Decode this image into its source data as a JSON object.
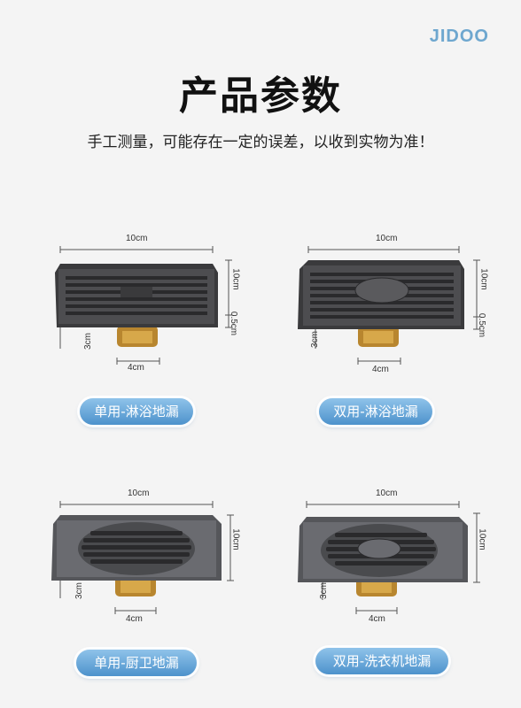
{
  "brand": "JIDOO",
  "title": "产品参数",
  "subtitle": "手工测量，可能存在一定的误差，以收到实物为准！",
  "products": [
    {
      "label": "单用-淋浴地漏",
      "width": "10cm",
      "height": "10cm",
      "thickness": "0.5cm",
      "pipe_depth": "3cm",
      "pipe_width": "4cm"
    },
    {
      "label": "双用-淋浴地漏",
      "width": "10cm",
      "height": "10cm",
      "thickness": "0.5cm",
      "pipe_depth": "3cm",
      "pipe_width": "4cm"
    },
    {
      "label": "单用-厨卫地漏",
      "width": "10cm",
      "height": "10cm",
      "pipe_depth": "3cm",
      "pipe_width": "4cm"
    },
    {
      "label": "双用-洗衣机地漏",
      "width": "10cm",
      "height": "10cm",
      "pipe_depth": "3cm",
      "pipe_width": "4cm"
    }
  ]
}
